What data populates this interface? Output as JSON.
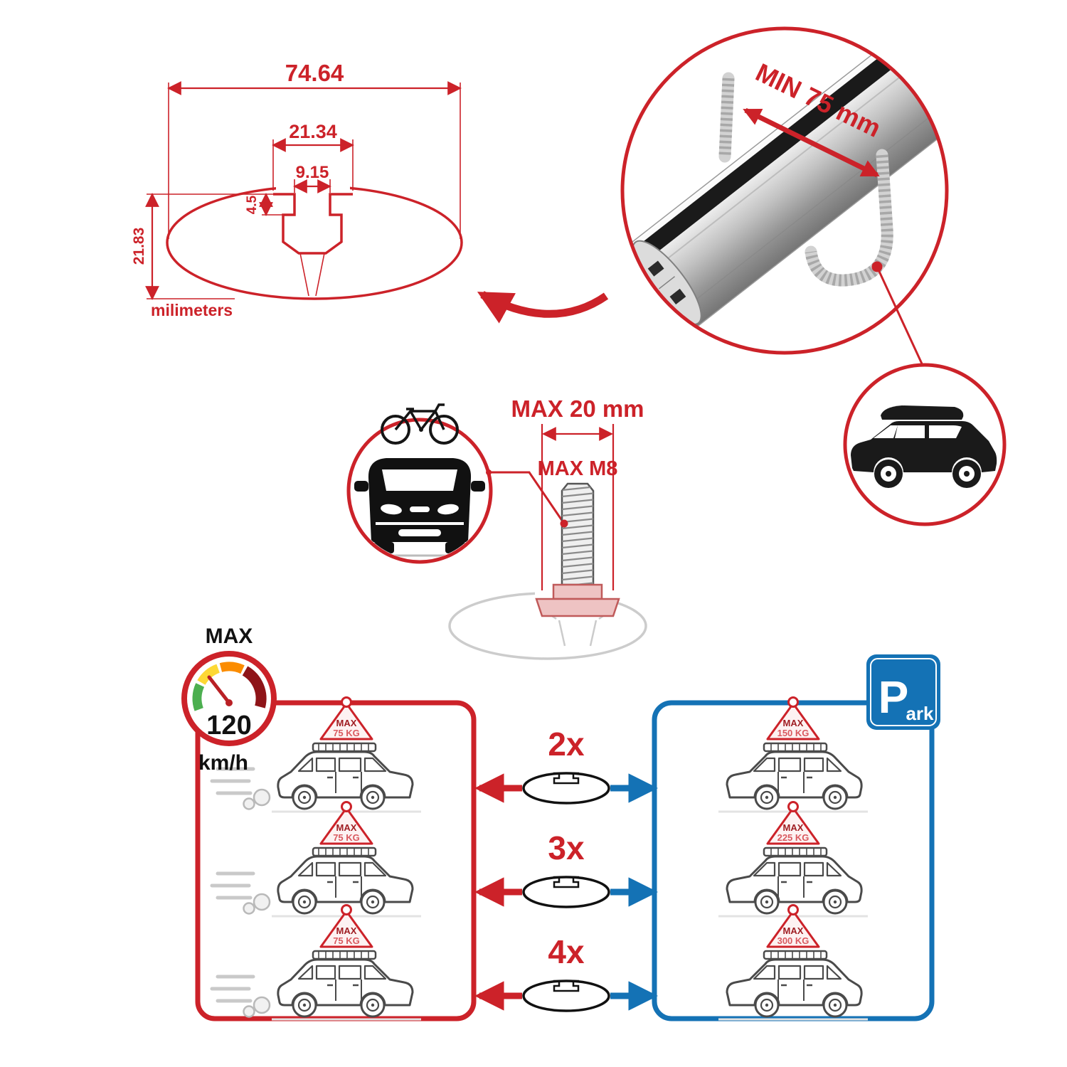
{
  "colors": {
    "accent_red": "#cc2229",
    "accent_blue": "#1472b5"
  },
  "cross_section": {
    "total_width": "74.64",
    "upper_width": "21.34",
    "slot_width": "9.15",
    "slot_depth": "4.5",
    "total_height": "21.83",
    "units_label": "milimeters"
  },
  "bar_closeup": {
    "min_span_label": "MIN 75 mm"
  },
  "bolt": {
    "max_width_label": "MAX 20 mm",
    "max_thread_label": "MAX M8"
  },
  "speed_badge": {
    "title": "MAX",
    "value": "120",
    "unit": "km/h"
  },
  "parking_sign": {
    "letter": "P",
    "suffix": "ark"
  },
  "driving_panel": {
    "cars": [
      {
        "tag_title": "MAX",
        "tag_value": "75 KG"
      },
      {
        "tag_title": "MAX",
        "tag_value": "75 KG"
      },
      {
        "tag_title": "MAX",
        "tag_value": "75 KG"
      }
    ]
  },
  "parking_panel": {
    "cars": [
      {
        "tag_title": "MAX",
        "tag_value": "150 KG"
      },
      {
        "tag_title": "MAX",
        "tag_value": "225 KG"
      },
      {
        "tag_title": "MAX",
        "tag_value": "300 KG"
      }
    ]
  },
  "bar_count_rows": [
    {
      "multiplier": "2x"
    },
    {
      "multiplier": "3x"
    },
    {
      "multiplier": "4x"
    }
  ]
}
